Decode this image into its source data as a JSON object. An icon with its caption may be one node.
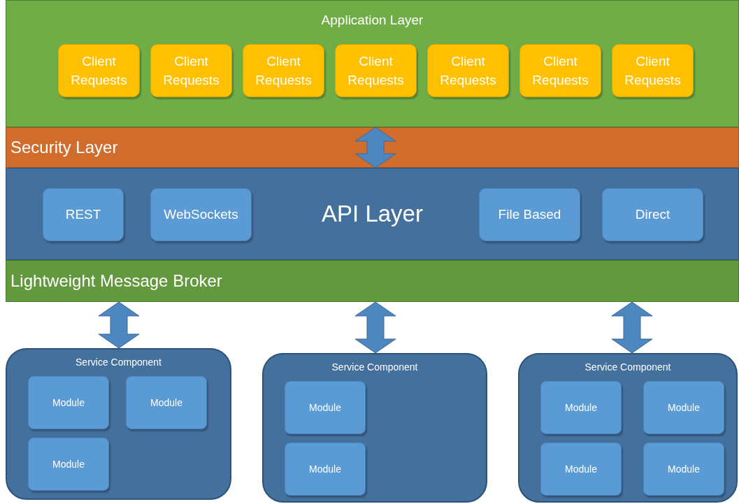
{
  "diagram": {
    "nodes": [
      {
        "text": [
          "Application Layer"
        ]
      },
      {
        "text": [
          "Client Requests"
        ],
        "in": 0
      },
      {
        "text": [
          "Client Requests"
        ],
        "in": 0
      },
      {
        "text": [
          "Client Requests"
        ],
        "in": 0
      },
      {
        "text": [
          "Client Requests"
        ],
        "in": 0
      },
      {
        "text": [
          "Client Requests"
        ],
        "in": 0
      },
      {
        "text": [
          "Client Requests"
        ],
        "in": 0
      },
      {
        "text": [
          "Client Requests"
        ],
        "in": 0
      },
      {
        "text": [
          "Security Layer"
        ]
      },
      {
        "text": [
          "API Layer"
        ]
      },
      {
        "text": [
          "REST"
        ],
        "in": 9
      },
      {
        "text": [
          "WebSockets"
        ],
        "in": 9
      },
      {
        "text": [
          "File Based"
        ],
        "in": 9
      },
      {
        "text": [
          "Direct"
        ],
        "in": 9
      },
      {
        "text": [
          "Lightweight Message Broker"
        ]
      },
      {
        "text": [
          "Service Component"
        ]
      },
      {
        "text": [
          "Module"
        ],
        "in": 15
      },
      {
        "text": [
          "Module"
        ],
        "in": 15
      },
      {
        "text": [
          "Module"
        ],
        "in": 15
      },
      {
        "text": [
          "Service Component"
        ]
      },
      {
        "text": [
          "Module"
        ],
        "in": 19
      },
      {
        "text": [
          "Module"
        ],
        "in": 19
      },
      {
        "text": [
          "Service Component"
        ]
      },
      {
        "text": [
          "Module"
        ],
        "in": 22
      },
      {
        "text": [
          "Module"
        ],
        "in": 22
      },
      {
        "text": [
          "Module"
        ],
        "in": 22
      },
      {
        "text": [
          "Module"
        ],
        "in": 22
      }
    ],
    "edges": [
      {
        "from": 0,
        "to": 9,
        "arrow": "both"
      },
      {
        "from": 14,
        "to": 15,
        "arrow": "both"
      },
      {
        "from": 14,
        "to": 19,
        "arrow": "both"
      },
      {
        "from": 14,
        "to": 22,
        "arrow": "both"
      }
    ]
  }
}
